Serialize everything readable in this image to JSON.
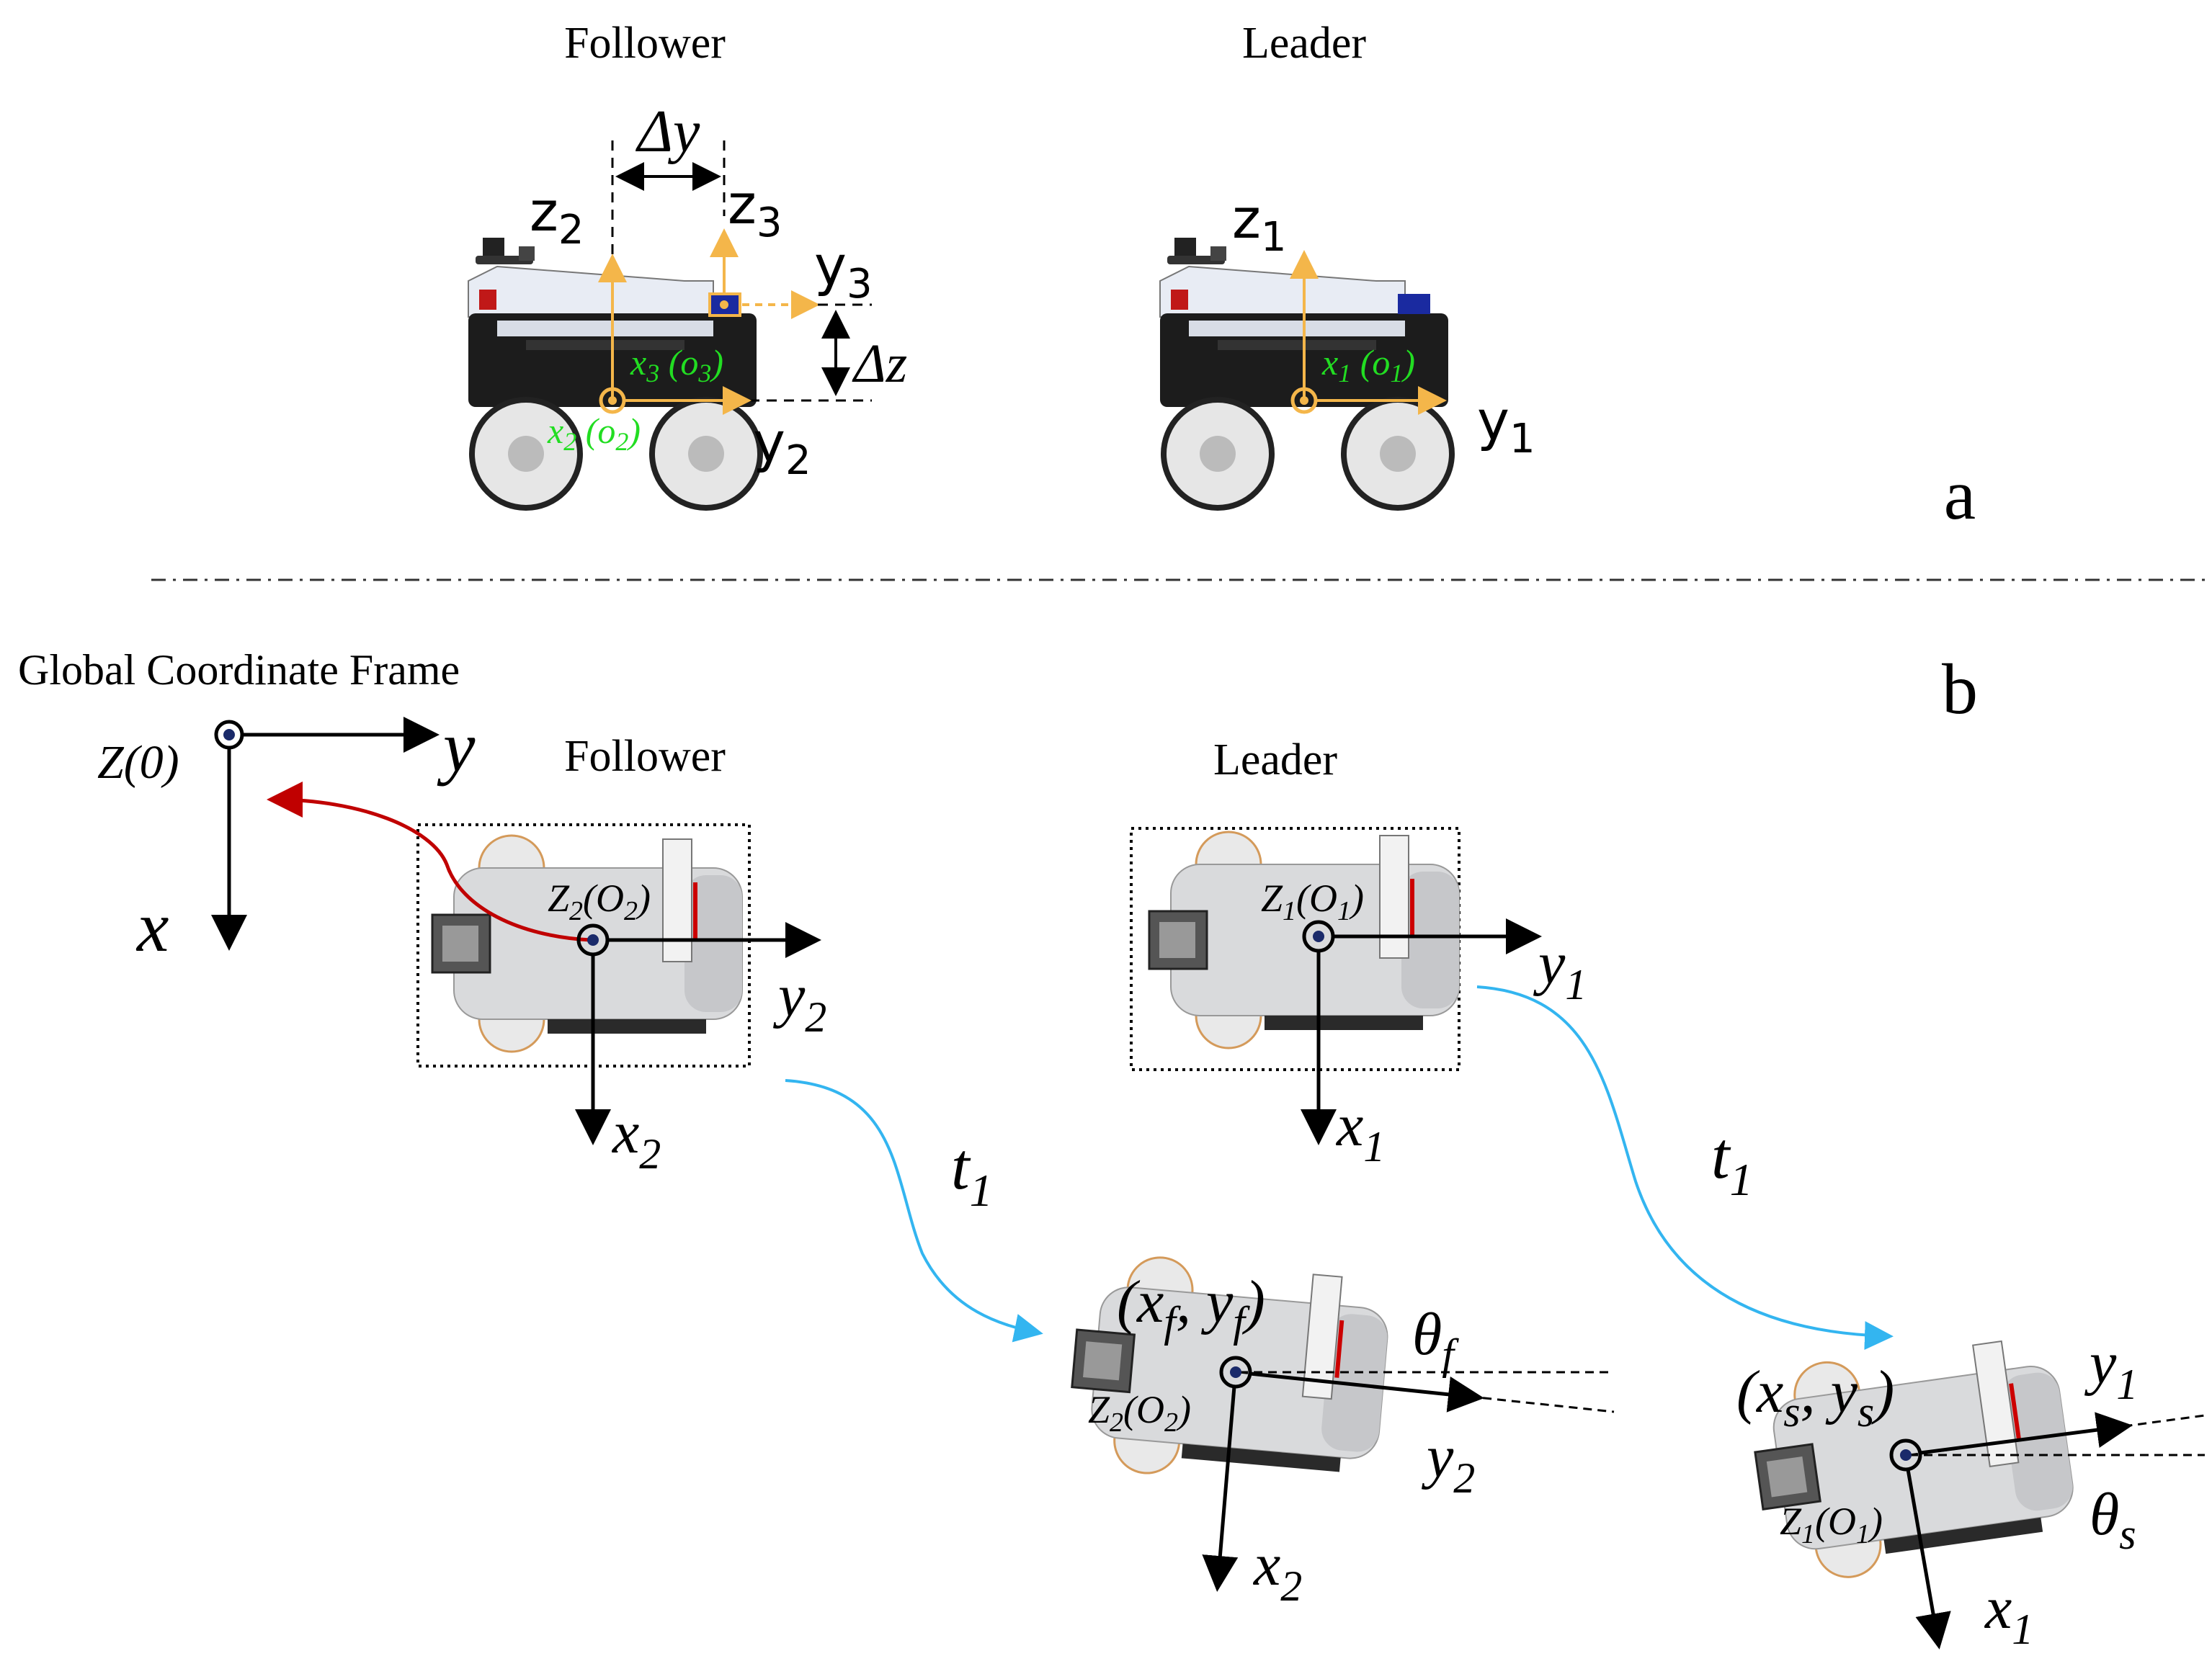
{
  "panel_a": {
    "label": "a",
    "follower_title": "Follower",
    "leader_title": "Leader",
    "delta_y": "Δy",
    "delta_z": "Δz",
    "z2": "z",
    "z2_sub": "2",
    "z3": "z",
    "z3_sub": "3",
    "y3": "y",
    "y3_sub": "3",
    "y2": "y",
    "y2_sub": "2",
    "x3_o3": "x",
    "x3_sub": "3",
    "o3": "o",
    "o3_sub": "3",
    "x2_o2": "x",
    "x2_sub": "2",
    "o2": "o",
    "o2_sub": "2",
    "z1": "z",
    "z1_sub": "1",
    "y1": "y",
    "y1_sub": "1",
    "x1_o1": "x",
    "x1_sub": "1",
    "o1": "o",
    "o1_sub": "1"
  },
  "panel_b": {
    "label": "b",
    "global_title": "Global Coordinate Frame",
    "global_origin": "Z(0)",
    "global_x": "x",
    "global_y": "y",
    "follower_title": "Follower",
    "leader_title": "Leader",
    "z2o2": "Z",
    "z2o2_sub": "2",
    "z2o2_O": "O",
    "z2o2_O_sub": "2",
    "z1o1": "Z",
    "z1o1_sub": "1",
    "z1o1_O": "O",
    "z1o1_O_sub": "1",
    "y2": "y",
    "y2_sub": "2",
    "x2": "x",
    "x2_sub": "2",
    "y1": "y",
    "y1_sub": "1",
    "x1": "x",
    "x1_sub": "1",
    "t1_left": "t",
    "t1_left_sub": "1",
    "t1_right": "t",
    "t1_right_sub": "1",
    "follower_pose": "(x",
    "follower_pose_sub1": "f",
    "follower_pose_mid": ", y",
    "follower_pose_sub2": "f",
    "follower_pose_end": ")",
    "theta_f": "θ",
    "theta_f_sub": "f",
    "leader_pose": "(x",
    "leader_pose_sub1": "s",
    "leader_pose_mid": ", y",
    "leader_pose_sub2": "s",
    "leader_pose_end": ")",
    "theta_s": "θ",
    "theta_s_sub": "s"
  },
  "colors": {
    "orange_axis": "#f4b64a",
    "green_label": "#22dd22",
    "red_path": "#c00000",
    "blue_path": "#33b5f0",
    "robot_body_dark": "#1c1c1c",
    "robot_top_light": "#e8ecf4",
    "robot_wheel": "#e6e6e6",
    "robot_top_view": "#d9dadc"
  }
}
